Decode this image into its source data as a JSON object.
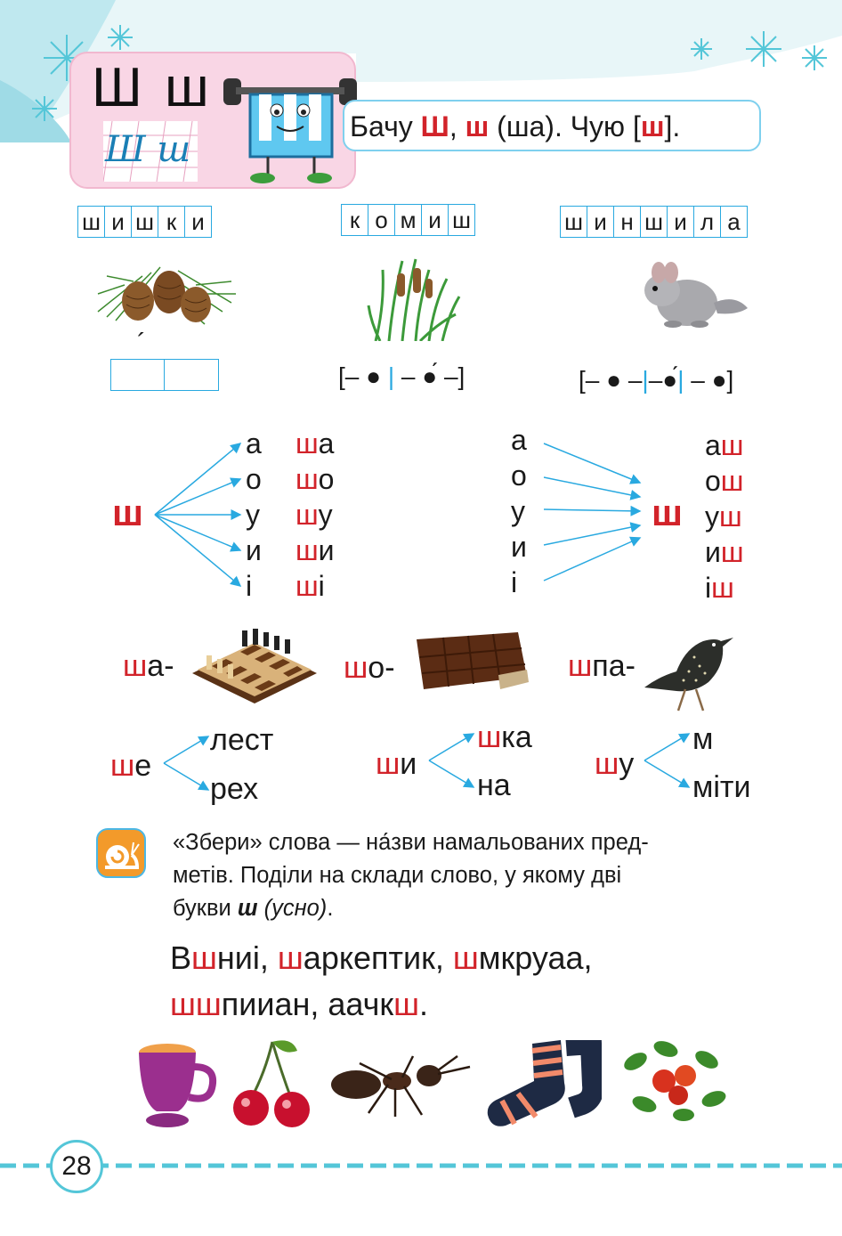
{
  "header": {
    "letters": "Ш ш",
    "cursive": "Ш ш",
    "sentence_parts": [
      "Бачу ",
      "Ш",
      ", ",
      "ш",
      " (ша). Чую [",
      "ш",
      "]."
    ]
  },
  "words": [
    {
      "letters": [
        "ш",
        "и",
        "ш",
        "к",
        "и"
      ],
      "image": "pine-cones-image"
    },
    {
      "letters": [
        "к",
        "о",
        "м",
        "и",
        "ш"
      ],
      "image": "reed-image"
    },
    {
      "letters": [
        "ш",
        "и",
        "н",
        "ш",
        "и",
        "л",
        "а"
      ],
      "image": "chinchilla-image"
    }
  ],
  "schemes": {
    "accent_mark": "´",
    "second": [
      "[– ",
      "●",
      " |",
      " – ",
      "●́",
      " –]"
    ],
    "third": [
      "[– ",
      "●",
      " –",
      "|",
      "–",
      "●́",
      "|",
      " – ",
      "●",
      "]"
    ]
  },
  "syllables": {
    "left_letter": "ш",
    "vowels": [
      "а",
      "о",
      "у",
      "и",
      "і"
    ],
    "left_results": [
      {
        "c": "ш",
        "v": "а"
      },
      {
        "c": "ш",
        "v": "о"
      },
      {
        "c": "ш",
        "v": "у"
      },
      {
        "c": "ш",
        "v": "и"
      },
      {
        "c": "ш",
        "v": "і"
      }
    ],
    "right_letter": "ш",
    "right_results": [
      {
        "v": "а",
        "c": "ш"
      },
      {
        "v": "о",
        "c": "ш"
      },
      {
        "v": "у",
        "c": "ш"
      },
      {
        "v": "и",
        "c": "ш"
      },
      {
        "v": "і",
        "c": "ш"
      }
    ]
  },
  "prefixes": [
    {
      "red": "ш",
      "rest": "а-",
      "image": "chess-board-image"
    },
    {
      "red": "ш",
      "rest": "о-",
      "image": "chocolate-image"
    },
    {
      "red": "ш",
      "rest": "па-",
      "image": "starling-image"
    }
  ],
  "branches": [
    {
      "stem_red": "ш",
      "stem_rest": "е",
      "top": "лест",
      "top_red": "",
      "bottom": "рех"
    },
    {
      "stem_red": "ш",
      "stem_rest": "и",
      "top_red": "ш",
      "top": "ка",
      "bottom": "на"
    },
    {
      "stem_red": "ш",
      "stem_rest": "у",
      "top": "м",
      "top_red": "",
      "bottom": "міти"
    }
  ],
  "task": {
    "icon": "snail-icon",
    "line1": "«Збери» слова — на́зви намальованих пред-",
    "line2": "метів. Поділи на склади слово, у якому дві",
    "line3_a": "букви ",
    "line3_b": "ш",
    "line3_c": " (усно)",
    "line3_d": "."
  },
  "scrambled": {
    "line1": [
      {
        "t": "В",
        "r": false
      },
      {
        "t": "ш",
        "r": true
      },
      {
        "t": "ниі, ",
        "r": false
      },
      {
        "t": "ш",
        "r": true
      },
      {
        "t": "аркептик, ",
        "r": false
      },
      {
        "t": "ш",
        "r": true
      },
      {
        "t": "мкруаа,",
        "r": false
      }
    ],
    "line2": [
      {
        "t": "шш",
        "r": true
      },
      {
        "t": "пииан, аачк",
        "r": false
      },
      {
        "t": "ш",
        "r": true
      },
      {
        "t": ".",
        "r": false
      }
    ]
  },
  "bottom_images": [
    "cup-image",
    "cherries-image",
    "ant-image",
    "socks-image",
    "rosehip-image"
  ],
  "page_number": "28",
  "colors": {
    "red": "#d2232a",
    "blue": "#29a9e0",
    "pink": "#f9d6e5",
    "teal": "#54c6d8"
  }
}
